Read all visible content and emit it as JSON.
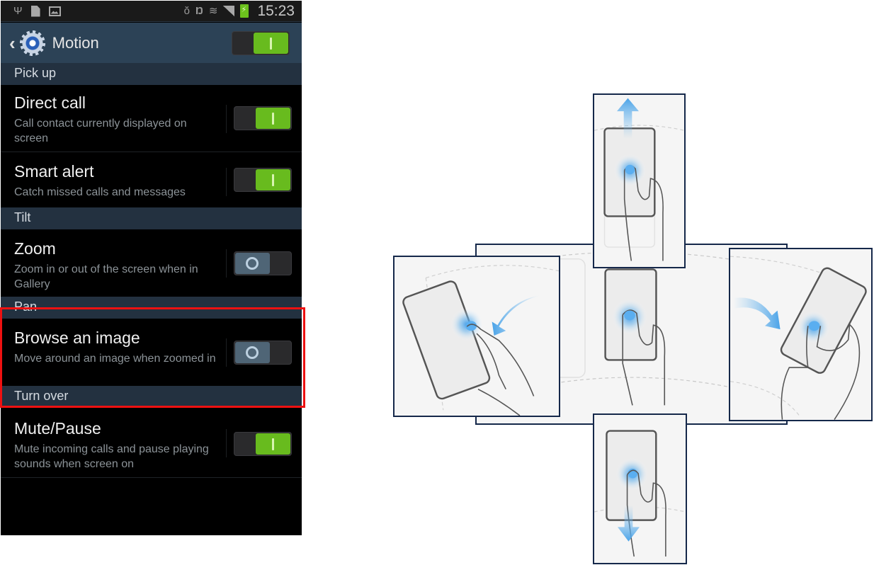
{
  "status_bar": {
    "left_icons": [
      "usb-icon",
      "sd-card-icon",
      "gallery-icon"
    ],
    "right_icons": [
      "smart-stay-eye-icon",
      "nfc-icon",
      "wifi-icon",
      "signal-icon",
      "battery-charging-icon"
    ],
    "time": "15:23"
  },
  "action_bar": {
    "back_icon": "chevron-left-icon",
    "app_icon": "settings-gear-icon",
    "title": "Motion",
    "master_toggle": "on"
  },
  "sections": [
    {
      "header": "Pick up",
      "items": [
        {
          "title": "Direct call",
          "subtitle": "Call contact currently displayed on screen",
          "toggle": "on"
        },
        {
          "title": "Smart alert",
          "subtitle": "Catch missed calls and messages",
          "toggle": "on"
        }
      ]
    },
    {
      "header": "Tilt",
      "items": [
        {
          "title": "Zoom",
          "subtitle": "Zoom in or out of the screen when in Gallery",
          "toggle": "off"
        }
      ]
    },
    {
      "header": "Pan",
      "items": [
        {
          "title": "Browse an image",
          "subtitle": "Move around an image when zoomed in",
          "toggle": "off"
        }
      ]
    },
    {
      "header": "Turn over",
      "items": [
        {
          "title": "Mute/Pause",
          "subtitle": "Mute incoming calls and pause playing sounds when screen on",
          "toggle": "on"
        }
      ]
    }
  ],
  "highlight": {
    "target": "Pan / Browse an image",
    "color": "#ee1111"
  },
  "illustration": {
    "panels": [
      "pan-up",
      "pan-left",
      "center",
      "pan-right",
      "pan-down"
    ],
    "accent_color": "#4aa3e8",
    "frame_color": "#15284a"
  }
}
